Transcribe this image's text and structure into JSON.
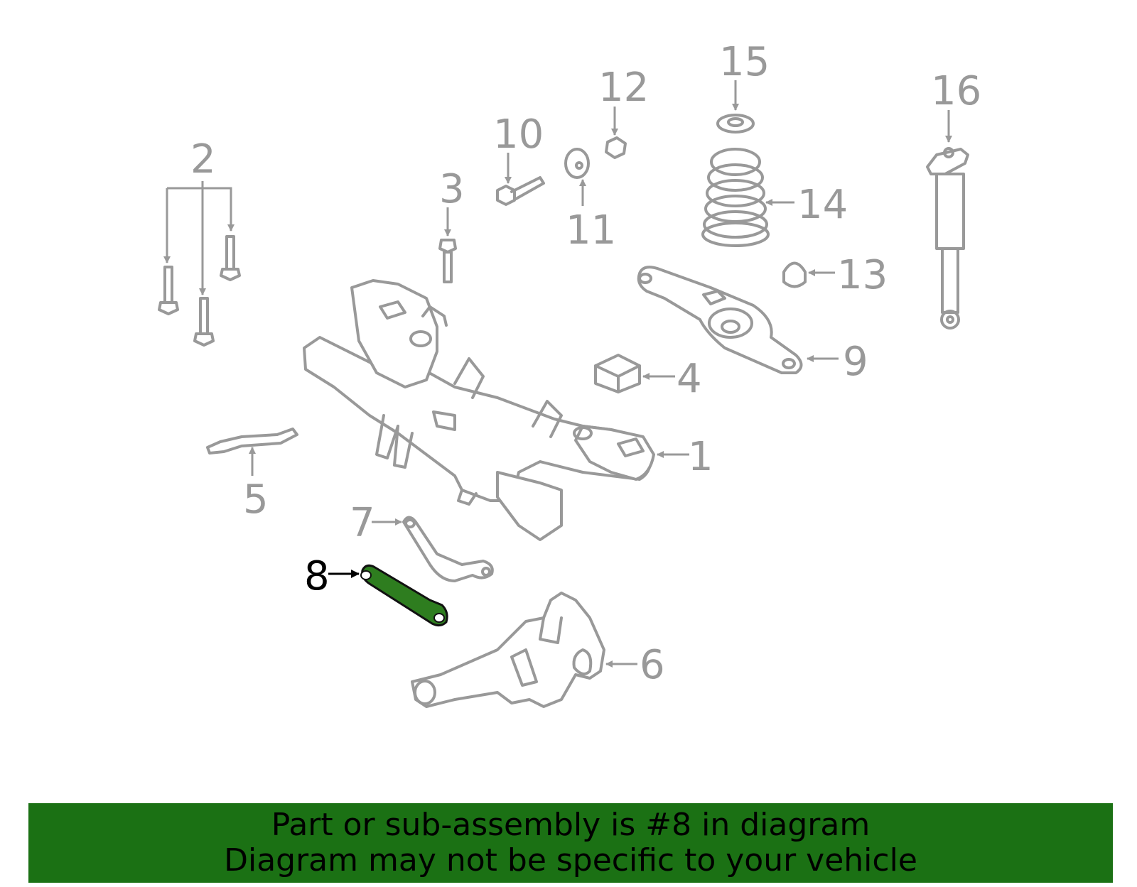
{
  "callouts": [
    "1",
    "2",
    "3",
    "4",
    "5",
    "6",
    "7",
    "8",
    "9",
    "10",
    "11",
    "12",
    "13",
    "14",
    "15",
    "16"
  ],
  "highlighted_callout": "8",
  "colors": {
    "line": "#999999",
    "highlight_fill": "#2e7d1f",
    "banner_bg": "#1b7114",
    "banner_text": "#000000"
  },
  "banner": {
    "line1": "Part or sub-assembly is #8 in diagram",
    "line2": "Diagram may not be specific to your vehicle"
  }
}
